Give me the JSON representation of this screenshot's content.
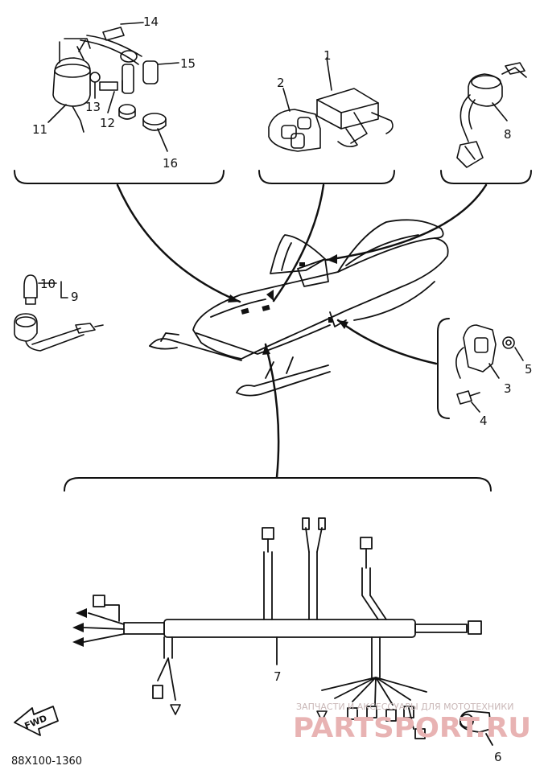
{
  "parts": [
    {
      "id": "p1",
      "label": "1"
    },
    {
      "id": "p2",
      "label": "2"
    },
    {
      "id": "p3",
      "label": "3"
    },
    {
      "id": "p4",
      "label": "4"
    },
    {
      "id": "p5",
      "label": "5"
    },
    {
      "id": "p6",
      "label": "6"
    },
    {
      "id": "p7",
      "label": "7"
    },
    {
      "id": "p8",
      "label": "8"
    },
    {
      "id": "p9",
      "label": "9"
    },
    {
      "id": "p10",
      "label": "10"
    },
    {
      "id": "p11",
      "label": "11"
    },
    {
      "id": "p12",
      "label": "12"
    },
    {
      "id": "p13",
      "label": "13"
    },
    {
      "id": "p14",
      "label": "14"
    },
    {
      "id": "p15",
      "label": "15"
    },
    {
      "id": "p16",
      "label": "16"
    }
  ],
  "direction_badge": "FWD",
  "drawing_code": "88X100-1360",
  "watermark": {
    "tagline": "ЗАПЧАСТИ И АКСЕССУАРЫ ДЛЯ МОТОТЕХНИКИ",
    "brand": "PARTSPORT.RU"
  }
}
